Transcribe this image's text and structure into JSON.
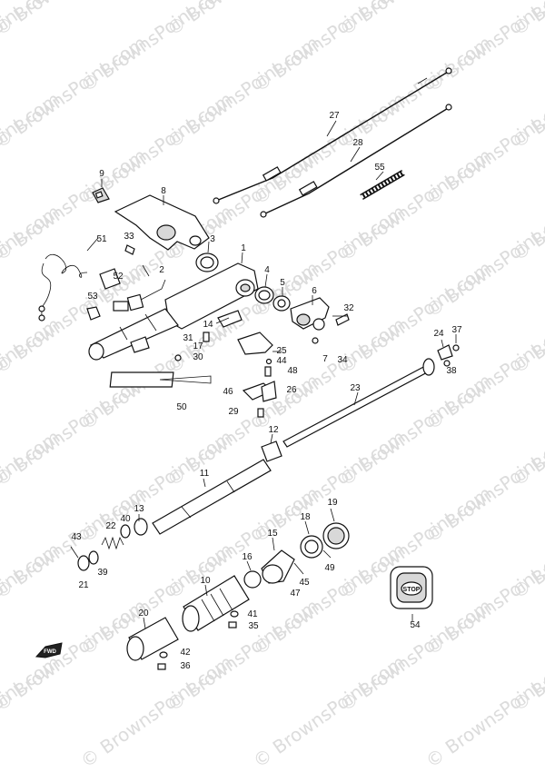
{
  "watermark": "© BrownsPoint.com",
  "stop_label": "STOP",
  "fwd_label": "FWD",
  "callouts": [
    {
      "id": "c27",
      "text": "27"
    },
    {
      "id": "c28",
      "text": "28"
    },
    {
      "id": "c55",
      "text": "55"
    },
    {
      "id": "c9",
      "text": "9"
    },
    {
      "id": "c8",
      "text": "8"
    },
    {
      "id": "c3",
      "text": "3"
    },
    {
      "id": "c33",
      "text": "33"
    },
    {
      "id": "c51",
      "text": "51"
    },
    {
      "id": "c2",
      "text": "2"
    },
    {
      "id": "c1",
      "text": "1"
    },
    {
      "id": "c52",
      "text": "52"
    },
    {
      "id": "c4",
      "text": "4"
    },
    {
      "id": "c5",
      "text": "5"
    },
    {
      "id": "c6",
      "text": "6"
    },
    {
      "id": "c53",
      "text": "53"
    },
    {
      "id": "c32",
      "text": "32"
    },
    {
      "id": "c14",
      "text": "14"
    },
    {
      "id": "c31",
      "text": "31"
    },
    {
      "id": "c17",
      "text": "17"
    },
    {
      "id": "c30",
      "text": "30"
    },
    {
      "id": "c25",
      "text": "25"
    },
    {
      "id": "c7",
      "text": "7"
    },
    {
      "id": "c34",
      "text": "34"
    },
    {
      "id": "c24",
      "text": "24"
    },
    {
      "id": "c37",
      "text": "37"
    },
    {
      "id": "c44",
      "text": "44"
    },
    {
      "id": "c48",
      "text": "48"
    },
    {
      "id": "c38",
      "text": "38"
    },
    {
      "id": "c46",
      "text": "46"
    },
    {
      "id": "c26",
      "text": "26"
    },
    {
      "id": "c50",
      "text": "50"
    },
    {
      "id": "c23",
      "text": "23"
    },
    {
      "id": "c29",
      "text": "29"
    },
    {
      "id": "c12",
      "text": "12"
    },
    {
      "id": "c11",
      "text": "11"
    },
    {
      "id": "c13",
      "text": "13"
    },
    {
      "id": "c40",
      "text": "40"
    },
    {
      "id": "c22",
      "text": "22"
    },
    {
      "id": "c43",
      "text": "43"
    },
    {
      "id": "c19",
      "text": "19"
    },
    {
      "id": "c18",
      "text": "18"
    },
    {
      "id": "c15",
      "text": "15"
    },
    {
      "id": "c39",
      "text": "39"
    },
    {
      "id": "c16",
      "text": "16"
    },
    {
      "id": "c49",
      "text": "49"
    },
    {
      "id": "c45",
      "text": "45"
    },
    {
      "id": "c21",
      "text": "21"
    },
    {
      "id": "c10",
      "text": "10"
    },
    {
      "id": "c47",
      "text": "47"
    },
    {
      "id": "c20",
      "text": "20"
    },
    {
      "id": "c41",
      "text": "41"
    },
    {
      "id": "c35",
      "text": "35"
    },
    {
      "id": "c54",
      "text": "54"
    },
    {
      "id": "c42",
      "text": "42"
    },
    {
      "id": "c36",
      "text": "36"
    }
  ]
}
